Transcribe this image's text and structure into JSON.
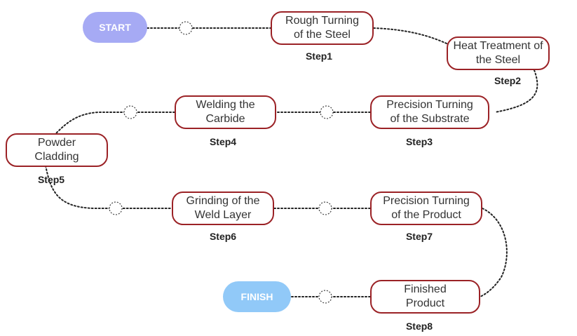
{
  "colors": {
    "start": "#a6aaf4",
    "finish": "#91c9f8",
    "box_border": "#9b2226",
    "connector": "#222222"
  },
  "start_label": "START",
  "finish_label": "FINISH",
  "steps": [
    {
      "text": "Rough Turning\nof the Steel",
      "label": "Step1"
    },
    {
      "text": "Heat Treatment of\nthe Steel",
      "label": "Step2"
    },
    {
      "text": "Precision Turning\nof the Substrate",
      "label": "Step3"
    },
    {
      "text": "Welding the\nCarbide",
      "label": "Step4"
    },
    {
      "text": "Powder\nCladding",
      "label": "Step5"
    },
    {
      "text": "Grinding of the\nWeld Layer",
      "label": "Step6"
    },
    {
      "text": "Precision Turning\nof the Product",
      "label": "Step7"
    },
    {
      "text": "Finished\nProduct",
      "label": "Step8"
    }
  ]
}
